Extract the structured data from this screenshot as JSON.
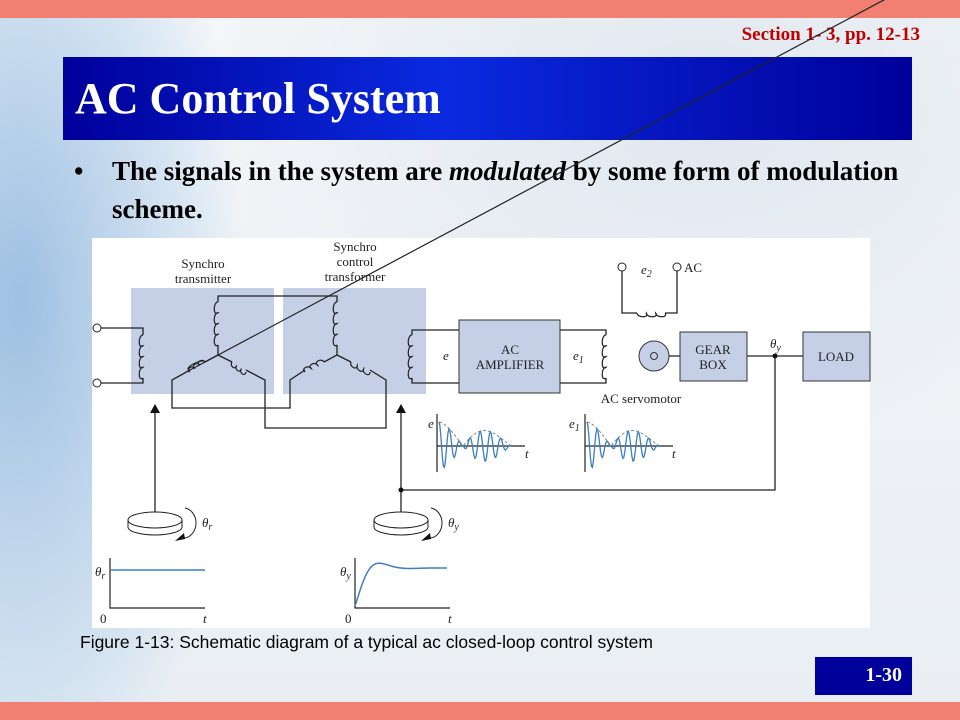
{
  "slide": {
    "section_ref": "Section 1- 3, pp. 12-13",
    "title": "AC Control System",
    "bullet": {
      "marker": "•",
      "pre": "The signals in the system are ",
      "em": "modulated",
      "post": " by some form of modulation scheme."
    },
    "caption": "Figure 1-13:  Schematic diagram of a typical ac closed-loop control system",
    "page_number": "1-30"
  },
  "diagram": {
    "synchro_transmitter": [
      "Synchro",
      "transmitter"
    ],
    "synchro_control_transformer": [
      "Synchro",
      "control",
      "transformer"
    ],
    "ac_amplifier": [
      "AC",
      "AMPLIFIER"
    ],
    "gear_box": [
      "GEAR",
      "BOX"
    ],
    "load": "LOAD",
    "ac_servomotor": "AC servomotor",
    "ac_source": "AC",
    "signals": {
      "e": "e",
      "e1": "e",
      "e1_sub": "1",
      "e2": "e",
      "e2_sub": "2",
      "theta": "θ",
      "r_sub": "r",
      "y_sub": "y",
      "t": "t",
      "zero": "0"
    }
  },
  "colors": {
    "block_fill": "#c5cfe6",
    "wave": "#3b7fc0",
    "title_bar": "#00009a",
    "section_red": "#c00000",
    "accent_bar": "#f28072"
  }
}
